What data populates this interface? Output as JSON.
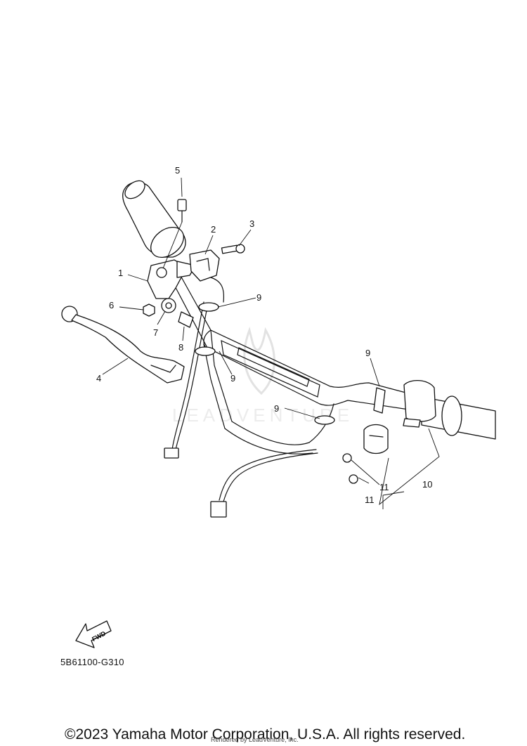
{
  "diagram": {
    "callouts": {
      "c1": "1",
      "c2": "2",
      "c3": "3",
      "c4": "4",
      "c5": "5",
      "c6": "6",
      "c7": "7",
      "c8": "8",
      "c9a": "9",
      "c9b": "9",
      "c9c": "9",
      "c9d": "9",
      "c10": "10",
      "c11a": "11",
      "c11b": "11"
    },
    "watermark": "LEADVENTURE",
    "fwd_label": "FWD",
    "ref_code": "5B61100-G310"
  },
  "footer": {
    "copyright": "©2023 Yamaha Motor Corporation, U.S.A. All rights reserved.",
    "rendered_by": "Rendered by LeadVenture, Inc."
  }
}
